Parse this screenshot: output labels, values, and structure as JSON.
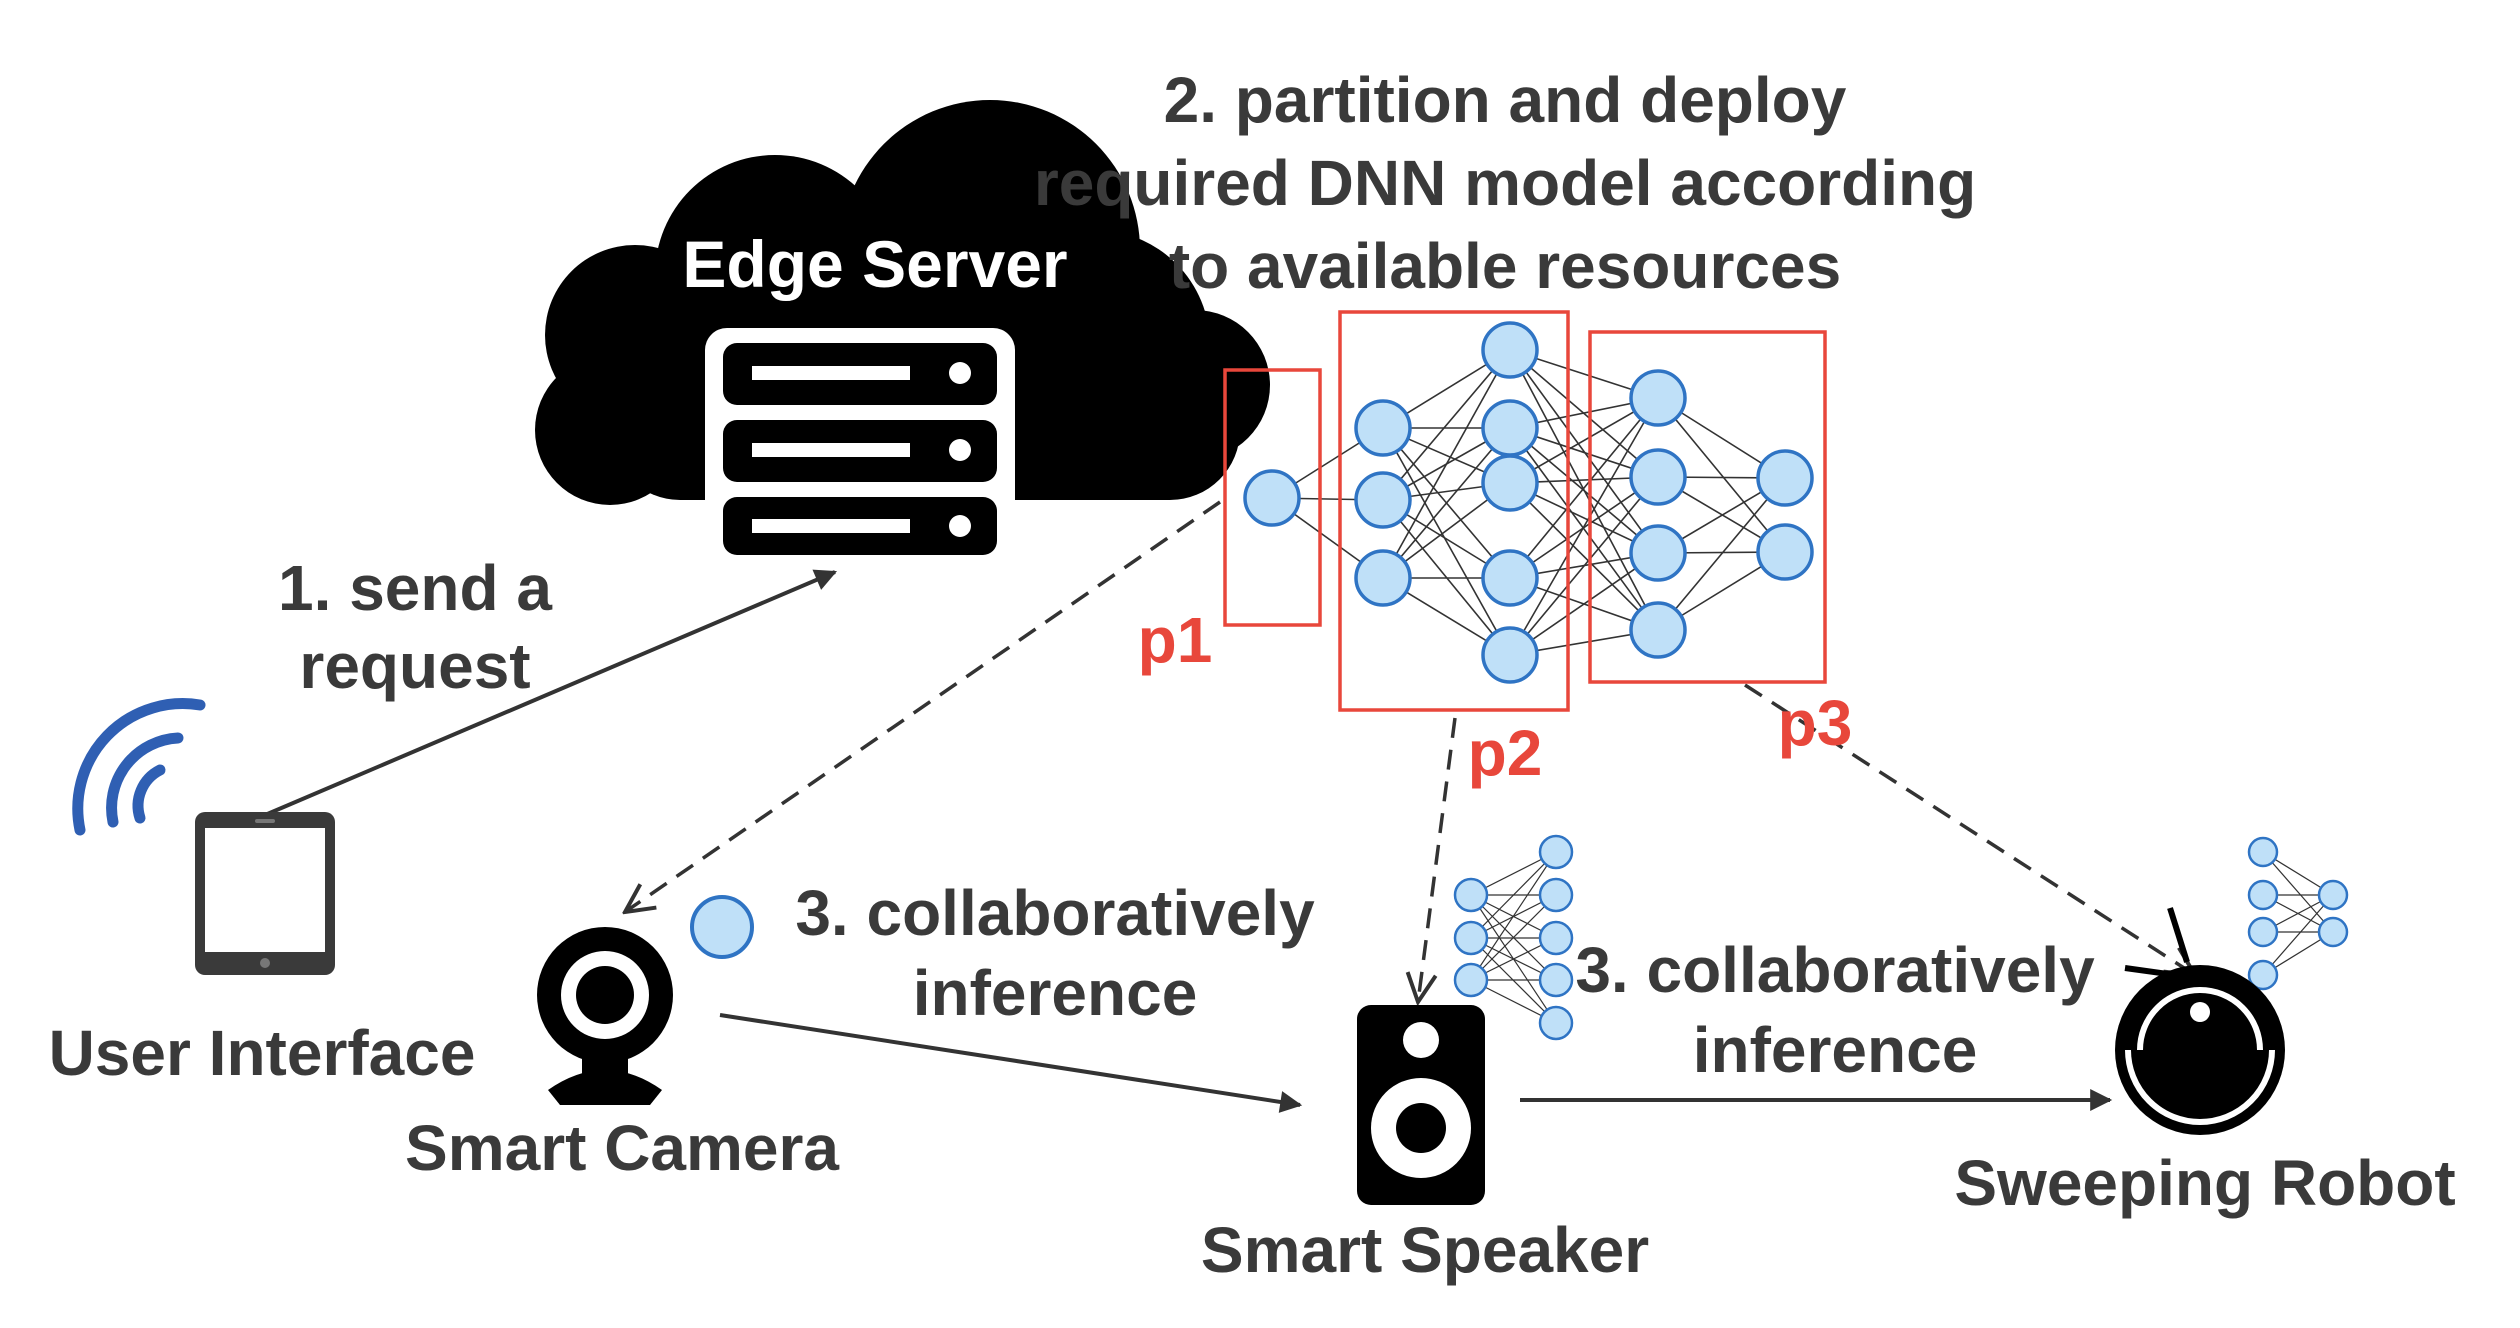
{
  "labels": {
    "step1_line1": "1. send a",
    "step1_line2": "request",
    "step2_line1": "2. partition and deploy",
    "step2_line2": "required DNN model according",
    "step2_line3": "to available resources",
    "step3a_line1": "3. collaboratively",
    "step3a_line2": "inference",
    "step3b_line1": "3. collaboratively",
    "step3b_line2": "inference",
    "edge_server": "Edge Server",
    "user_interface": "User Interface",
    "smart_camera": "Smart Camera",
    "smart_speaker": "Smart Speaker",
    "sweeping_robot": "Sweeping Robot",
    "p1": "p1",
    "p2": "p2",
    "p3": "p3"
  },
  "colors": {
    "text": "#3a3a3a",
    "partition": "#e8473b",
    "neuron_fill": "#bfe0f8",
    "neuron_stroke": "#2f74c4",
    "wifi": "#2f5fb3",
    "icon": "#111111"
  },
  "network": {
    "layers": [
      1,
      3,
      5,
      4,
      2
    ],
    "partitions": [
      "p1",
      "p2",
      "p3"
    ]
  }
}
